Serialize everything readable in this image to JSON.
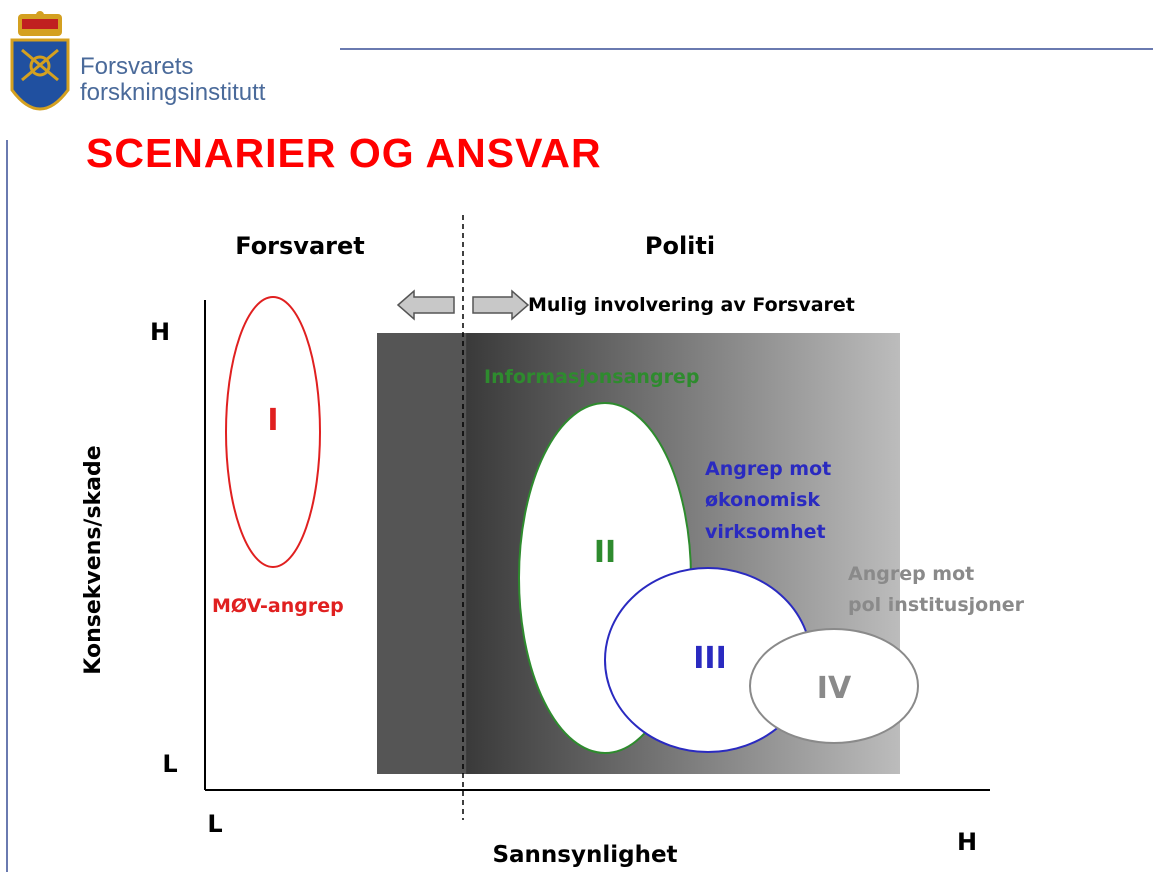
{
  "header": {
    "org_line1": "Forsvarets",
    "org_line2": "forskningsinstitutt",
    "logo_icon": "coat-of-arms-icon"
  },
  "title": "SCENARIER OG ANSVAR",
  "diagram": {
    "region_left": "Forsvaret",
    "region_right": "Politi",
    "arrow_text": "Mulig involvering av Forsvaret",
    "y_axis_label": "Konsekvens/skade",
    "x_axis_label": "Sannsynlighet",
    "y_high": "H",
    "y_low": "L",
    "x_low": "L",
    "x_high": "H",
    "scenario_1": {
      "numeral": "I",
      "label": "MØV-angrep",
      "color": "#e02020"
    },
    "scenario_2": {
      "numeral": "II",
      "label": "Informasjonsangrep",
      "color": "#2e8b2e"
    },
    "scenario_3": {
      "numeral": "III",
      "label_lines": [
        "Angrep mot",
        "økonomisk",
        "virksomhet"
      ],
      "color": "#2a2ac0"
    },
    "scenario_4": {
      "numeral": "IV",
      "label_lines": [
        "Angrep mot",
        "pol institusjoner"
      ],
      "color": "#8a8a8a"
    },
    "colors": {
      "band_dark": "#555555",
      "band_light": "#bbbbbb",
      "arrow_fill": "#c8c8c8"
    }
  }
}
